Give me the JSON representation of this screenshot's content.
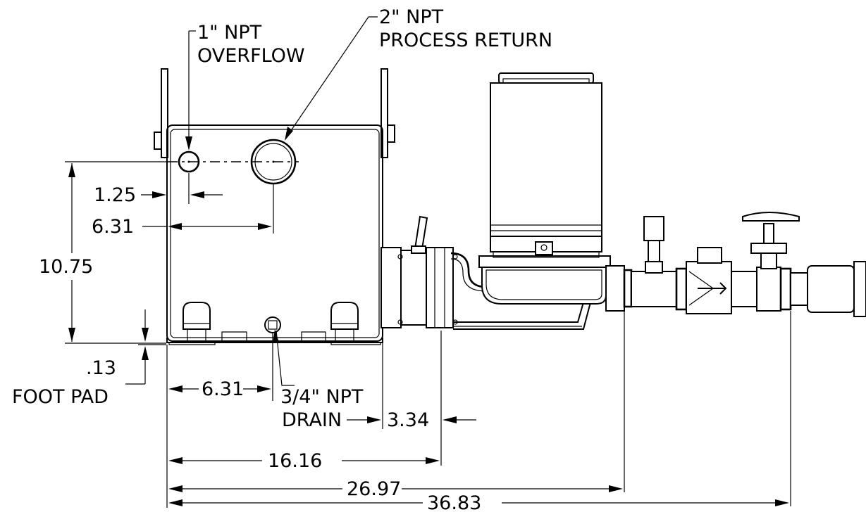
{
  "callouts": {
    "process_return_size": "2\" NPT",
    "process_return_name": "PROCESS RETURN",
    "overflow_size": "1\" NPT",
    "overflow_name": "OVERFLOW",
    "drain_size": "3/4\" NPT",
    "drain_name": "DRAIN",
    "foot_pad_value": ".13",
    "foot_pad_name": "FOOT PAD"
  },
  "dimensions": {
    "overflow_offset": "1.25",
    "return_offset": "6.31",
    "return_height": "10.75",
    "drain_offset": "6.31",
    "pump_flange": "3.34",
    "tank_to_flange": "16.16",
    "to_outlet_1": "26.97",
    "to_outlet_2": "36.83"
  }
}
